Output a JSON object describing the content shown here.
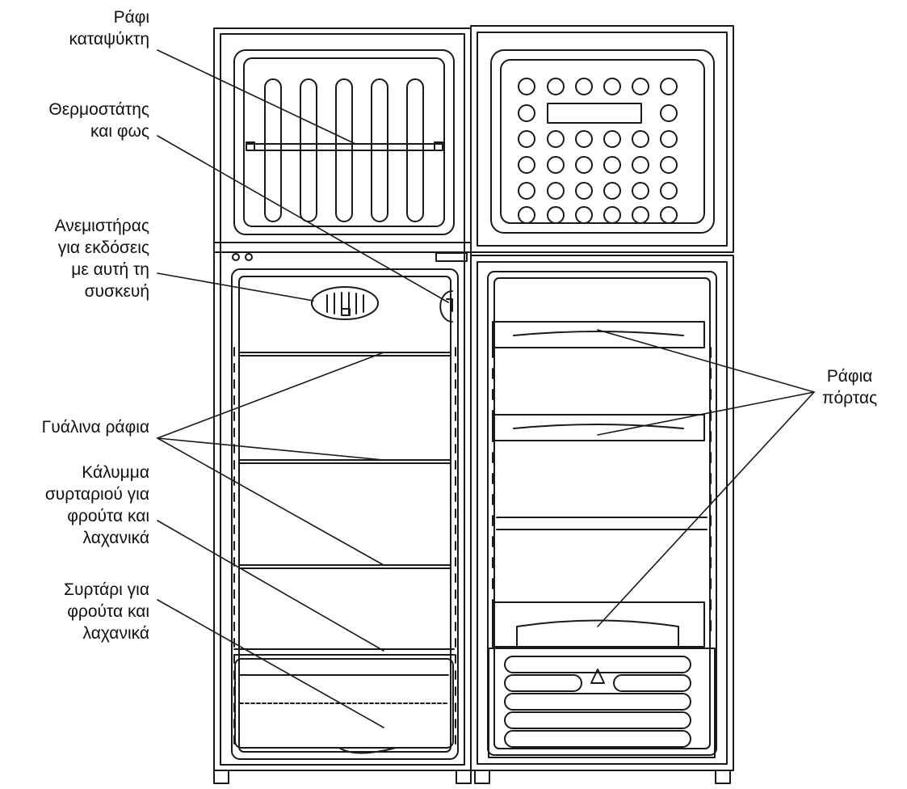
{
  "labels": {
    "freezer_shelf": [
      "Ράφι",
      "καταψύκτη"
    ],
    "thermostat_light": [
      "Θερμοστάτης",
      "και φως"
    ],
    "fan": [
      "Ανεμιστήρας",
      "για εκδόσεις",
      "με αυτή τη",
      "συσκευή"
    ],
    "glass_shelves": [
      "Γυάλινα ράφια"
    ],
    "crisper_cover": [
      "Κάλυμμα",
      "συρταριού για",
      "φρούτα και",
      "λαχανικά"
    ],
    "crisper_drawer": [
      "Συρτάρι για",
      "φρούτα και",
      "λαχανικά"
    ],
    "door_shelves": [
      "Ράφια",
      "πόρτας"
    ]
  },
  "colors": {
    "line": "#1a1a1a",
    "fill": "#ffffff"
  }
}
